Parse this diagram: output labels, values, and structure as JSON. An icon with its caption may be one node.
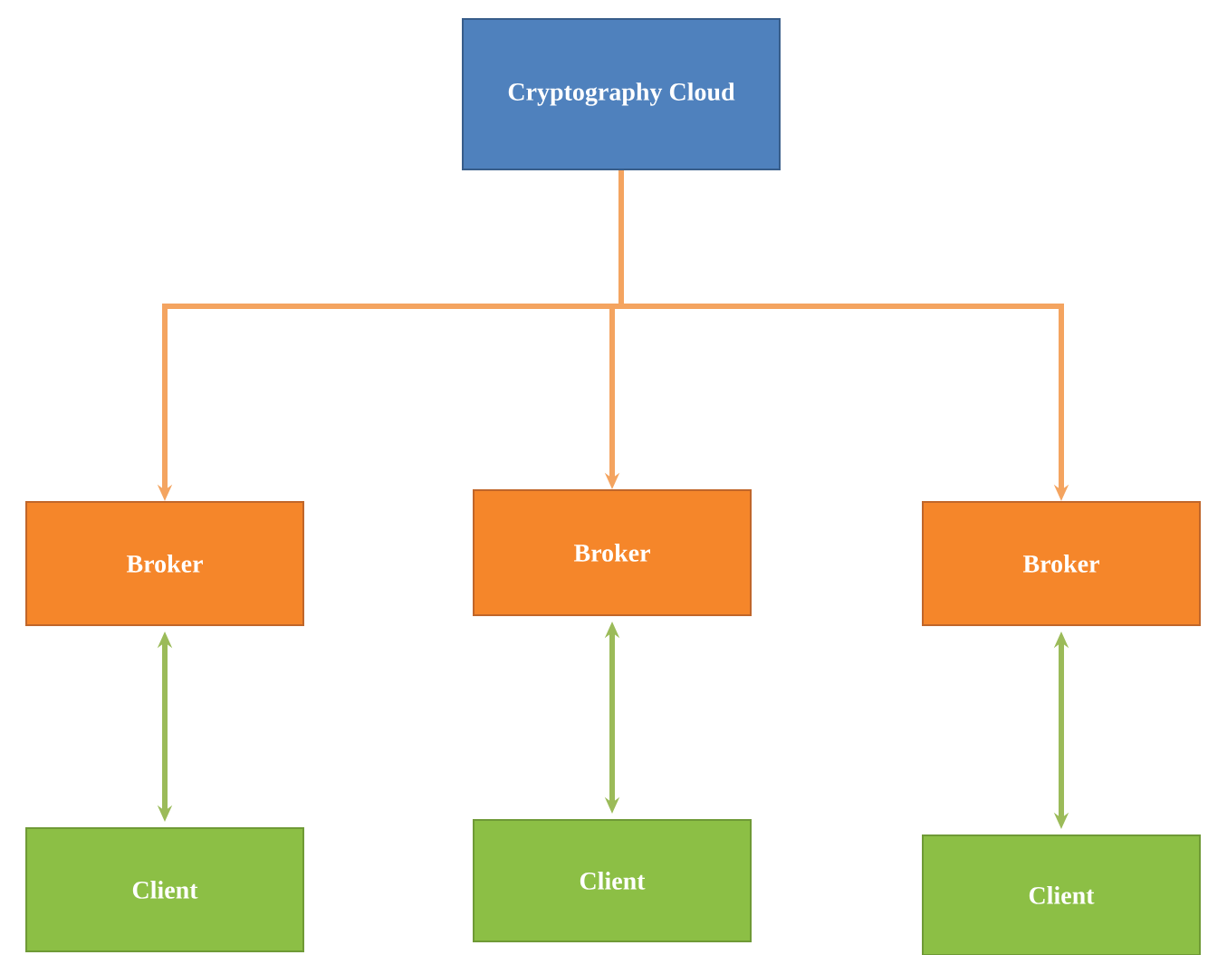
{
  "diagram": {
    "nodes": [
      {
        "text": [
          "Cryptography Cloud"
        ]
      },
      {
        "text": [
          "Broker"
        ]
      },
      {
        "text": [
          "Broker"
        ]
      },
      {
        "text": [
          "Broker"
        ]
      },
      {
        "text": [
          "Client"
        ]
      },
      {
        "text": [
          "Client"
        ]
      },
      {
        "text": [
          "Client"
        ]
      }
    ],
    "edges": [
      {
        "from": 0,
        "to": 1,
        "arrow": "to",
        "color": "#f4a460"
      },
      {
        "from": 0,
        "to": 2,
        "arrow": "to",
        "color": "#f4a460"
      },
      {
        "from": 0,
        "to": 3,
        "arrow": "to",
        "color": "#f4a460"
      },
      {
        "from": 1,
        "to": 4,
        "arrow": "both",
        "color": "#9bbb59"
      },
      {
        "from": 2,
        "to": 5,
        "arrow": "both",
        "color": "#9bbb59"
      },
      {
        "from": 3,
        "to": 6,
        "arrow": "both",
        "color": "#9bbb59"
      }
    ]
  }
}
